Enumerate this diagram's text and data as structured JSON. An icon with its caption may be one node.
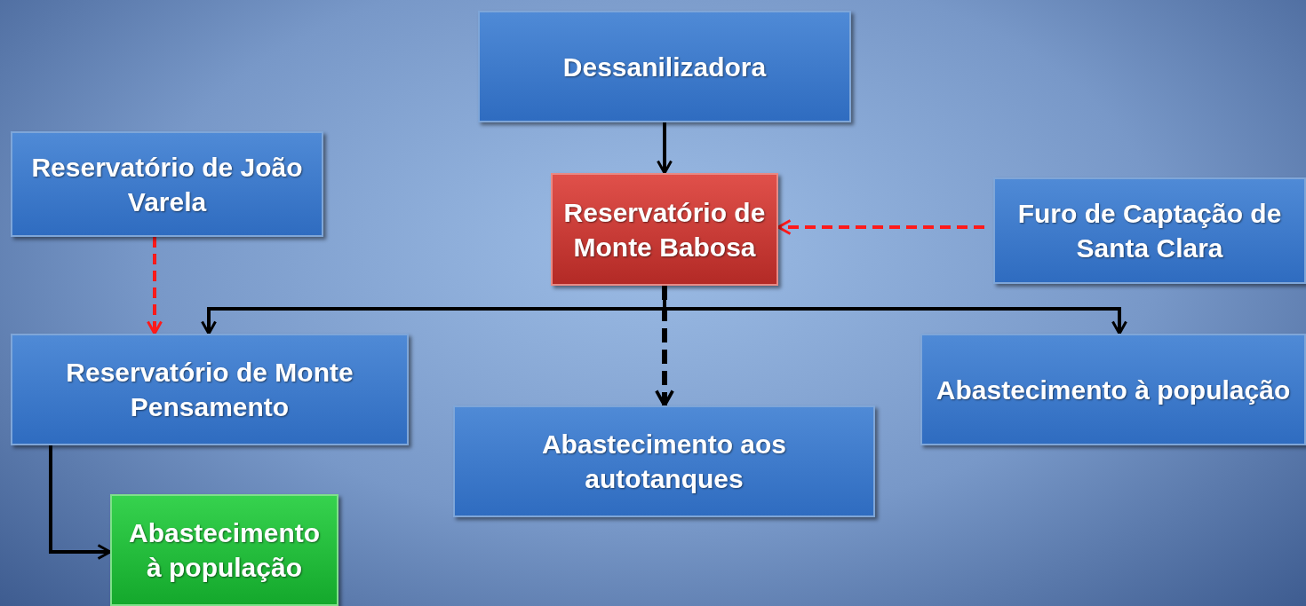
{
  "diagram": {
    "nodes": [
      {
        "text": [
          "Dessanilizadora"
        ]
      },
      {
        "text": [
          "Reservatório de João Varela"
        ]
      },
      {
        "text": [
          "Reservatório de Monte Babosa"
        ]
      },
      {
        "text": [
          "Furo de Captação de Santa Clara"
        ]
      },
      {
        "text": [
          "Reservatório de Monte Pensamento"
        ]
      },
      {
        "text": [
          "Abastecimento à população"
        ]
      },
      {
        "text": [
          "Abastecimento aos autotanques"
        ]
      },
      {
        "text": [
          "Abastecimento à população"
        ]
      }
    ],
    "edges": [
      {
        "from": 0,
        "to": 2,
        "arrow": "to"
      },
      {
        "from": 3,
        "to": 2,
        "arrow": "to",
        "style": "dashed",
        "color": "#ff1a1a"
      },
      {
        "from": 1,
        "to": 4,
        "arrow": "to",
        "style": "dashed",
        "color": "#ff1a1a"
      },
      {
        "from": 2,
        "to": 4,
        "arrow": "to"
      },
      {
        "from": 2,
        "to": 5,
        "arrow": "to"
      },
      {
        "from": 2,
        "to": 6,
        "arrow": "to",
        "style": "dashed"
      },
      {
        "from": 4,
        "to": 7,
        "arrow": "to"
      }
    ]
  }
}
